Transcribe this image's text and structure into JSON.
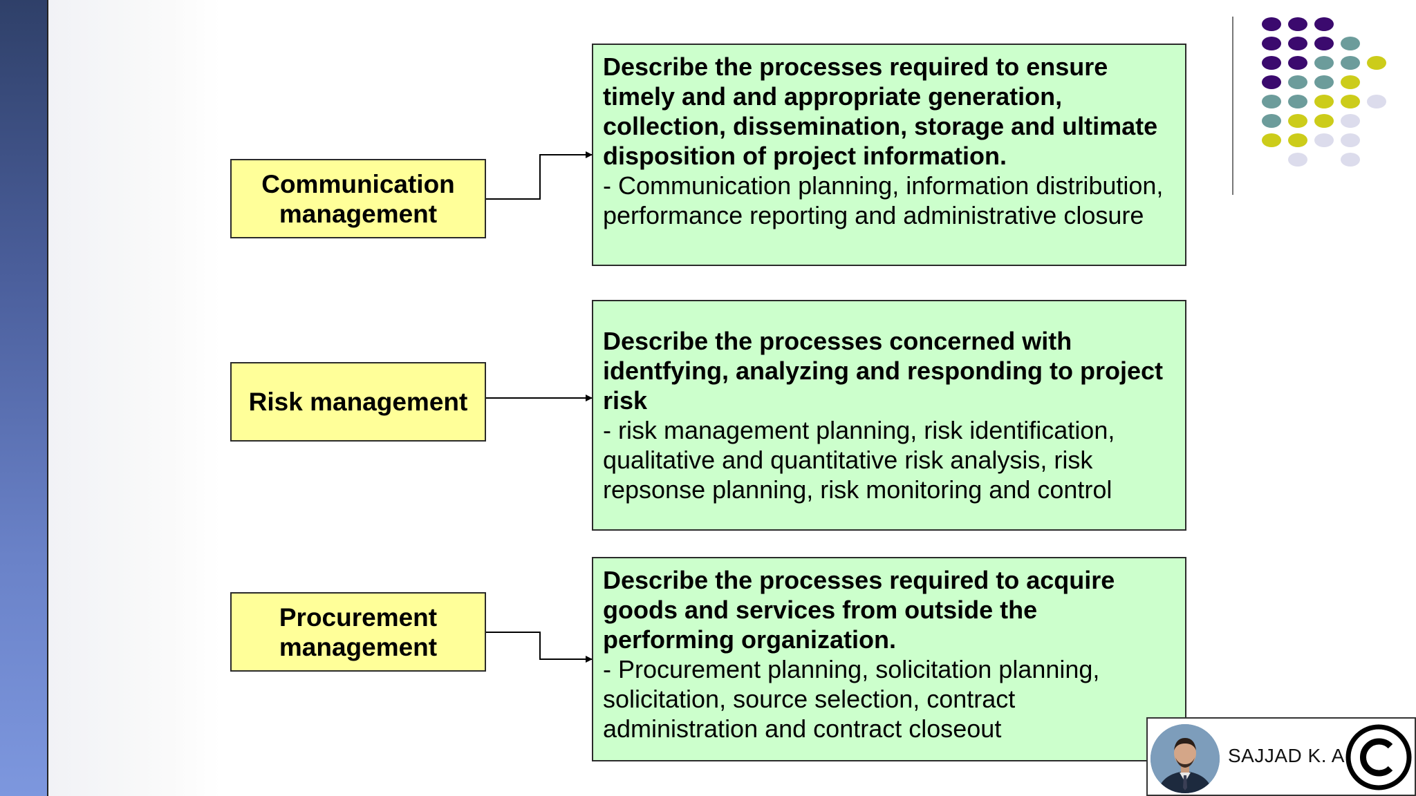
{
  "rows": [
    {
      "label": "Communication management",
      "title": "Describe the processes required to ensure timely and and appropriate generation, collection, dissemination, storage and ultimate disposition of project information.",
      "detail": "- Communication planning, information distribution, performance reporting and administrative closure"
    },
    {
      "label": "Risk management",
      "title": "Describe the processes concerned with identfying, analyzing and responding to project risk",
      "detail": "- risk management planning, risk identification, qualitative and quantitative risk analysis, risk repsonse planning, risk monitoring and control"
    },
    {
      "label": "Procurement management",
      "title": "Describe the processes required to acquire goods and services from outside the performing organization.",
      "detail": "- Procurement planning, solicitation planning, solicitation, source selection, contract administration and contract closeout"
    }
  ],
  "author": {
    "name": "SAJJAD K. A."
  },
  "colors": {
    "label_fill": "#ffff99",
    "desc_fill": "#ccffcc",
    "dot_purple": "#3b0a6e",
    "dot_teal": "#6c9c9b",
    "dot_olive": "#cccc1a",
    "dot_lavender": "#dcdcec"
  },
  "icons": [
    "copyright-icon",
    "avatar"
  ]
}
